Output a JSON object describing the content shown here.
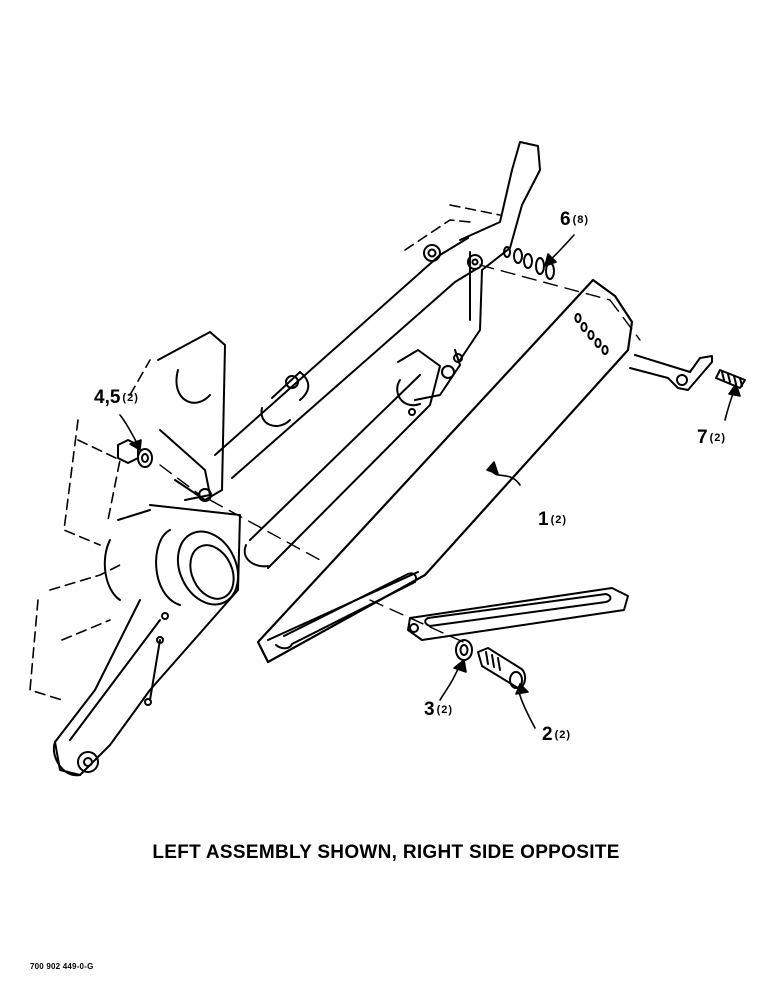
{
  "callouts": [
    {
      "id": "part-1",
      "number": "1",
      "qty": "(2)"
    },
    {
      "id": "part-2",
      "number": "2",
      "qty": "(2)"
    },
    {
      "id": "part-3",
      "number": "3",
      "qty": "(2)"
    },
    {
      "id": "part-4-5",
      "number": "4,5",
      "qty": "(2)"
    },
    {
      "id": "part-6",
      "number": "6",
      "qty": "(8)"
    },
    {
      "id": "part-7",
      "number": "7",
      "qty": "(2)"
    }
  ],
  "caption": "LEFT ASSEMBLY SHOWN, RIGHT SIDE OPPOSITE",
  "drawing_number": "700 902 449-0-G",
  "colors": {
    "ink": "#000000",
    "paper": "#ffffff"
  }
}
